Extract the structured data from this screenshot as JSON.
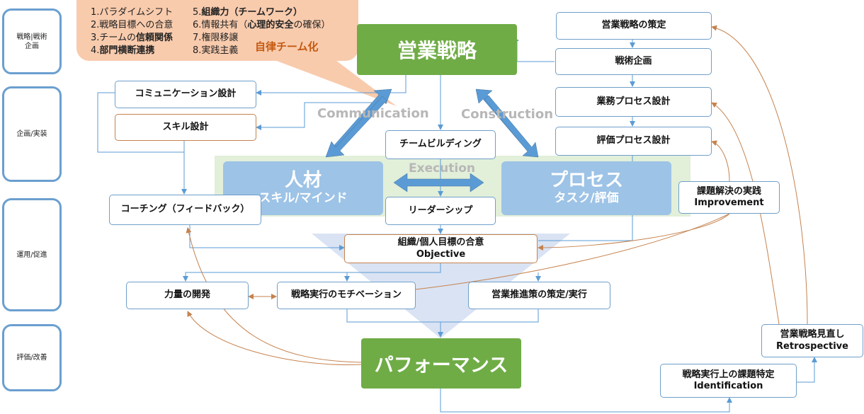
{
  "phases": [
    "戦略|戦術\n企画",
    "企画/実装",
    "運用/促進",
    "評価/改善"
  ],
  "note": {
    "items": [
      {
        "prefix": "1.",
        "plain": "パラダイムシフト",
        "bold": "",
        "suffix": ""
      },
      {
        "prefix": "2.",
        "plain": "戦略目標への合意",
        "bold": "",
        "suffix": ""
      },
      {
        "prefix": "3.",
        "plain": "チームの",
        "bold": "信頼関係",
        "suffix": ""
      },
      {
        "prefix": "4.",
        "plain": "",
        "bold": "部門横断連携",
        "suffix": ""
      },
      {
        "prefix": "5.",
        "plain": "",
        "bold": "組織力（チームワーク）",
        "suffix": ""
      },
      {
        "prefix": "6.",
        "plain": "情報共有（",
        "bold": "心理的安全",
        "suffix": "の確保）"
      },
      {
        "prefix": "7.",
        "plain": "権限移譲",
        "bold": "",
        "suffix": ""
      },
      {
        "prefix": "8.",
        "plain": "実践主義",
        "bold": "",
        "suffix": ""
      }
    ],
    "highlight": "自律チーム化"
  },
  "nodes": {
    "sales_strategy": "営業戦略",
    "performance": "パフォーマンス",
    "people_title": "人材",
    "people_sub": "スキル/マインド",
    "process_title": "プロセス",
    "process_sub": "タスク/評価",
    "communication_design": "コミュニケーション設計",
    "skill_design": "スキル設計",
    "team_building": "チームビルディング",
    "coaching": "コーチング（フィードバック）",
    "leadership": "リーダーシップ",
    "objective_jp": "組織/個人目標の合意",
    "objective_en": "Objective",
    "capability": "力量の開発",
    "motivation": "戦略実行のモチベーション",
    "sales_measures": "営業推進策の策定/実行",
    "strategy_planning": "営業戦略の策定",
    "tactics_planning": "戦術企画",
    "business_process_design": "業務プロセス設計",
    "evaluation_process_design": "評価プロセス設計",
    "improvement_jp": "課題解決の実践",
    "improvement_en": "Improvement",
    "retrospective_jp": "営業戦略見直し",
    "retrospective_en": "Retrospective",
    "identification_jp": "戦略実行上の課題特定",
    "identification_en": "Identification"
  },
  "labels": {
    "communication": "Communication",
    "construction": "Construction",
    "execution": "Execution"
  },
  "colors": {
    "green": "#6fac46",
    "light_blue": "#9dc3e6",
    "arrow_blue": "#5b9bd5",
    "line_orange": "#c5824e",
    "band_green": "#e2efd9",
    "note_fill": "#f8cbad",
    "highlight_text": "#c55a11"
  }
}
